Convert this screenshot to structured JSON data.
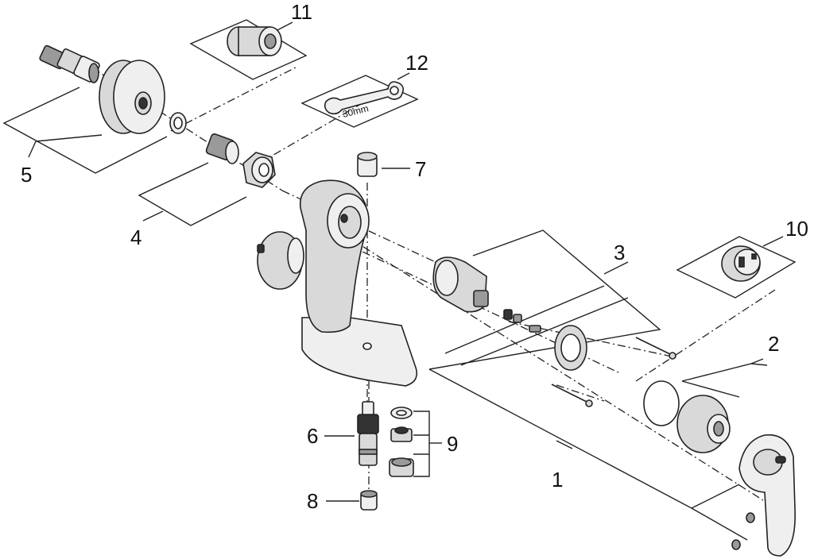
{
  "callouts": {
    "c1": "1",
    "c2": "2",
    "c3": "3",
    "c4": "4",
    "c5": "5",
    "c6": "6",
    "c7": "7",
    "c8": "8",
    "c9": "9",
    "c10": "10",
    "c11": "11",
    "c12": "12"
  },
  "wrench_text": "30mm",
  "colors": {
    "line": "#222222",
    "metal": "#d9d9d9",
    "background": "#ffffff"
  }
}
